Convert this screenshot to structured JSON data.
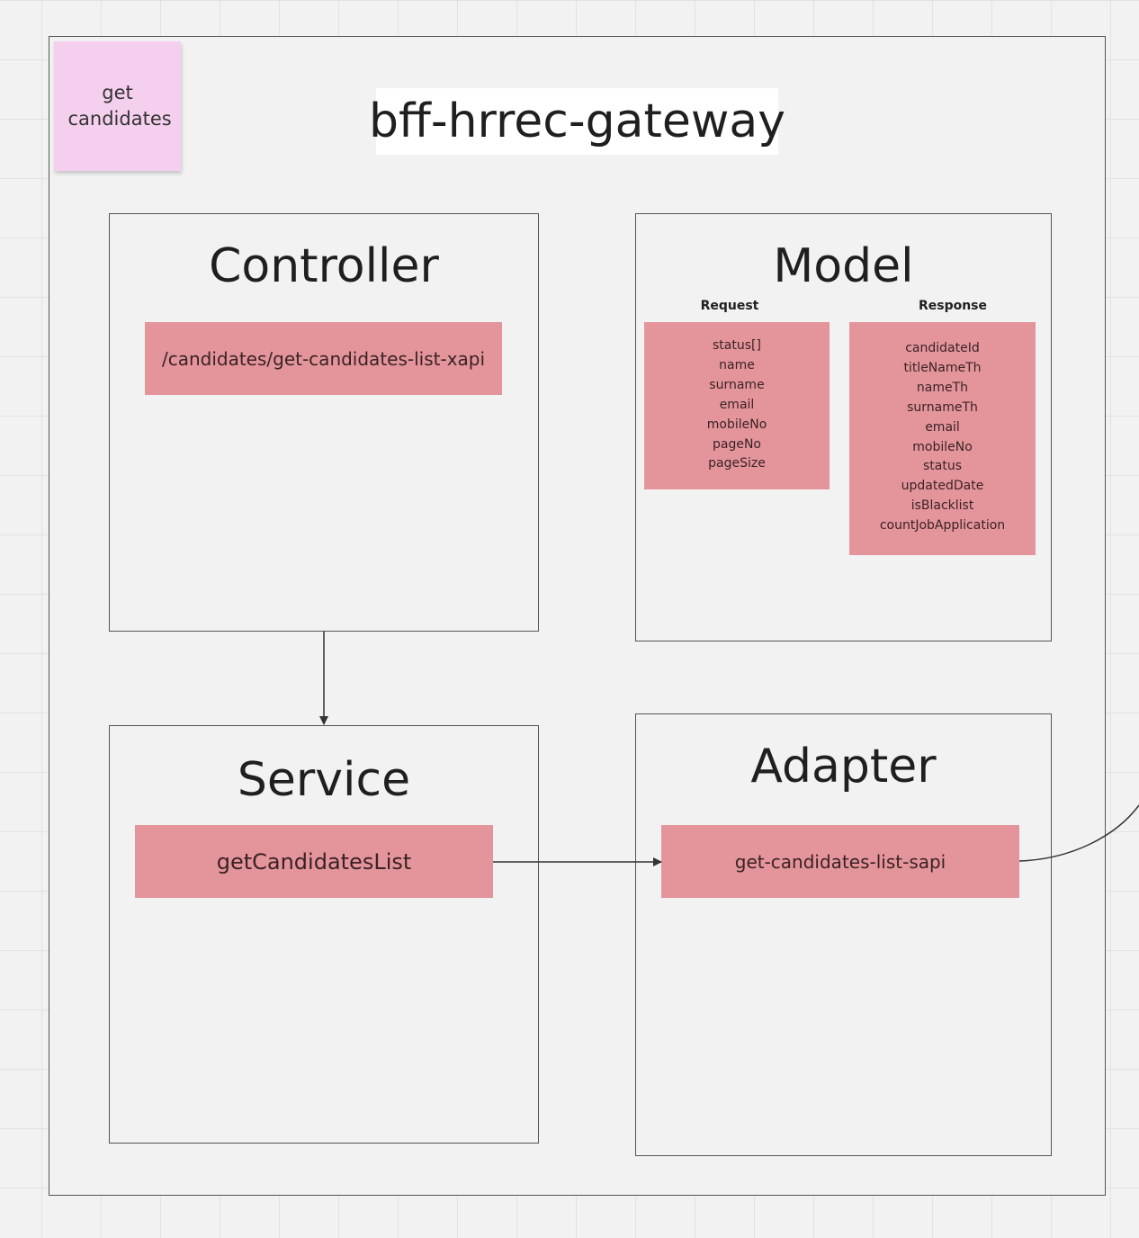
{
  "sticky_note": {
    "text": "get candidates"
  },
  "diagram_title": "bff-hrrec-gateway",
  "controller": {
    "title": "Controller",
    "endpoint": "/candidates/get-candidates-list-xapi"
  },
  "model": {
    "title": "Model",
    "request": {
      "title": "Request",
      "fields": [
        "status[]",
        "name",
        "surname",
        "email",
        "mobileNo",
        "pageNo",
        "pageSize"
      ]
    },
    "response": {
      "title": "Response",
      "fields": [
        "candidateId",
        "titleNameTh",
        "nameTh",
        "surnameTh",
        "email",
        "mobileNo",
        "status",
        "updatedDate",
        "isBlacklist",
        "countJobApplication"
      ]
    }
  },
  "service": {
    "title": "Service",
    "method": "getCandidatesList"
  },
  "adapter": {
    "title": "Adapter",
    "call": "get-candidates-list-sapi"
  },
  "colors": {
    "card_fill": "#e4959c",
    "sticky_fill": "#f5d0ee",
    "canvas": "#f2f2f2",
    "frame_stroke": "#555555"
  }
}
